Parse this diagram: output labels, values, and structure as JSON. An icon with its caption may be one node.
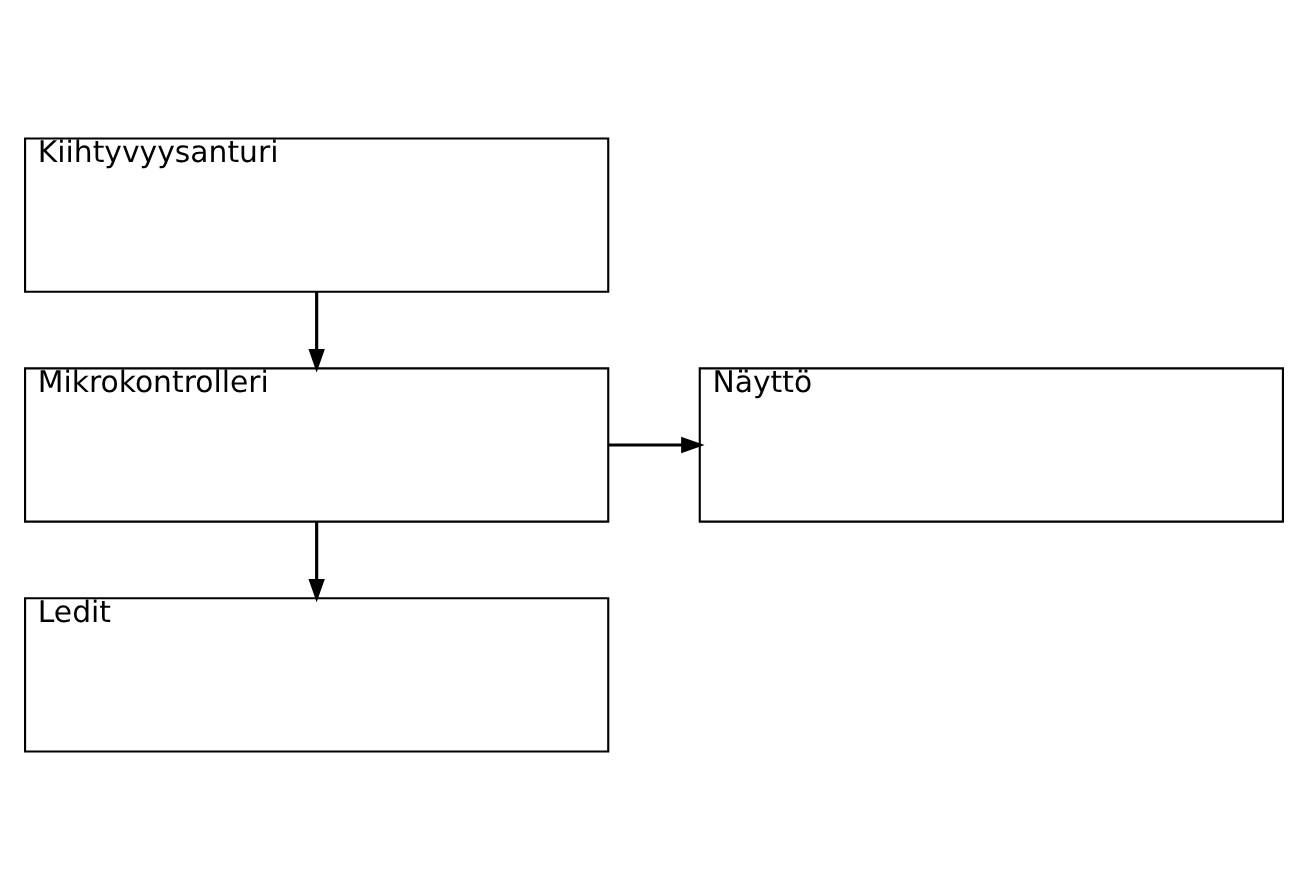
{
  "diagram": {
    "nodes": [
      {
        "text": [
          "Kiihtyvyysanturi"
        ]
      },
      {
        "text": [
          "Mikrokontrolleri"
        ]
      },
      {
        "text": [
          "Näyttö"
        ]
      },
      {
        "text": [
          "Ledit"
        ]
      }
    ],
    "edges": [
      {
        "from": 0,
        "to": 1,
        "arrow": "to"
      },
      {
        "from": 1,
        "to": 2,
        "arrow": "to"
      },
      {
        "from": 1,
        "to": 3,
        "arrow": "to"
      }
    ]
  }
}
